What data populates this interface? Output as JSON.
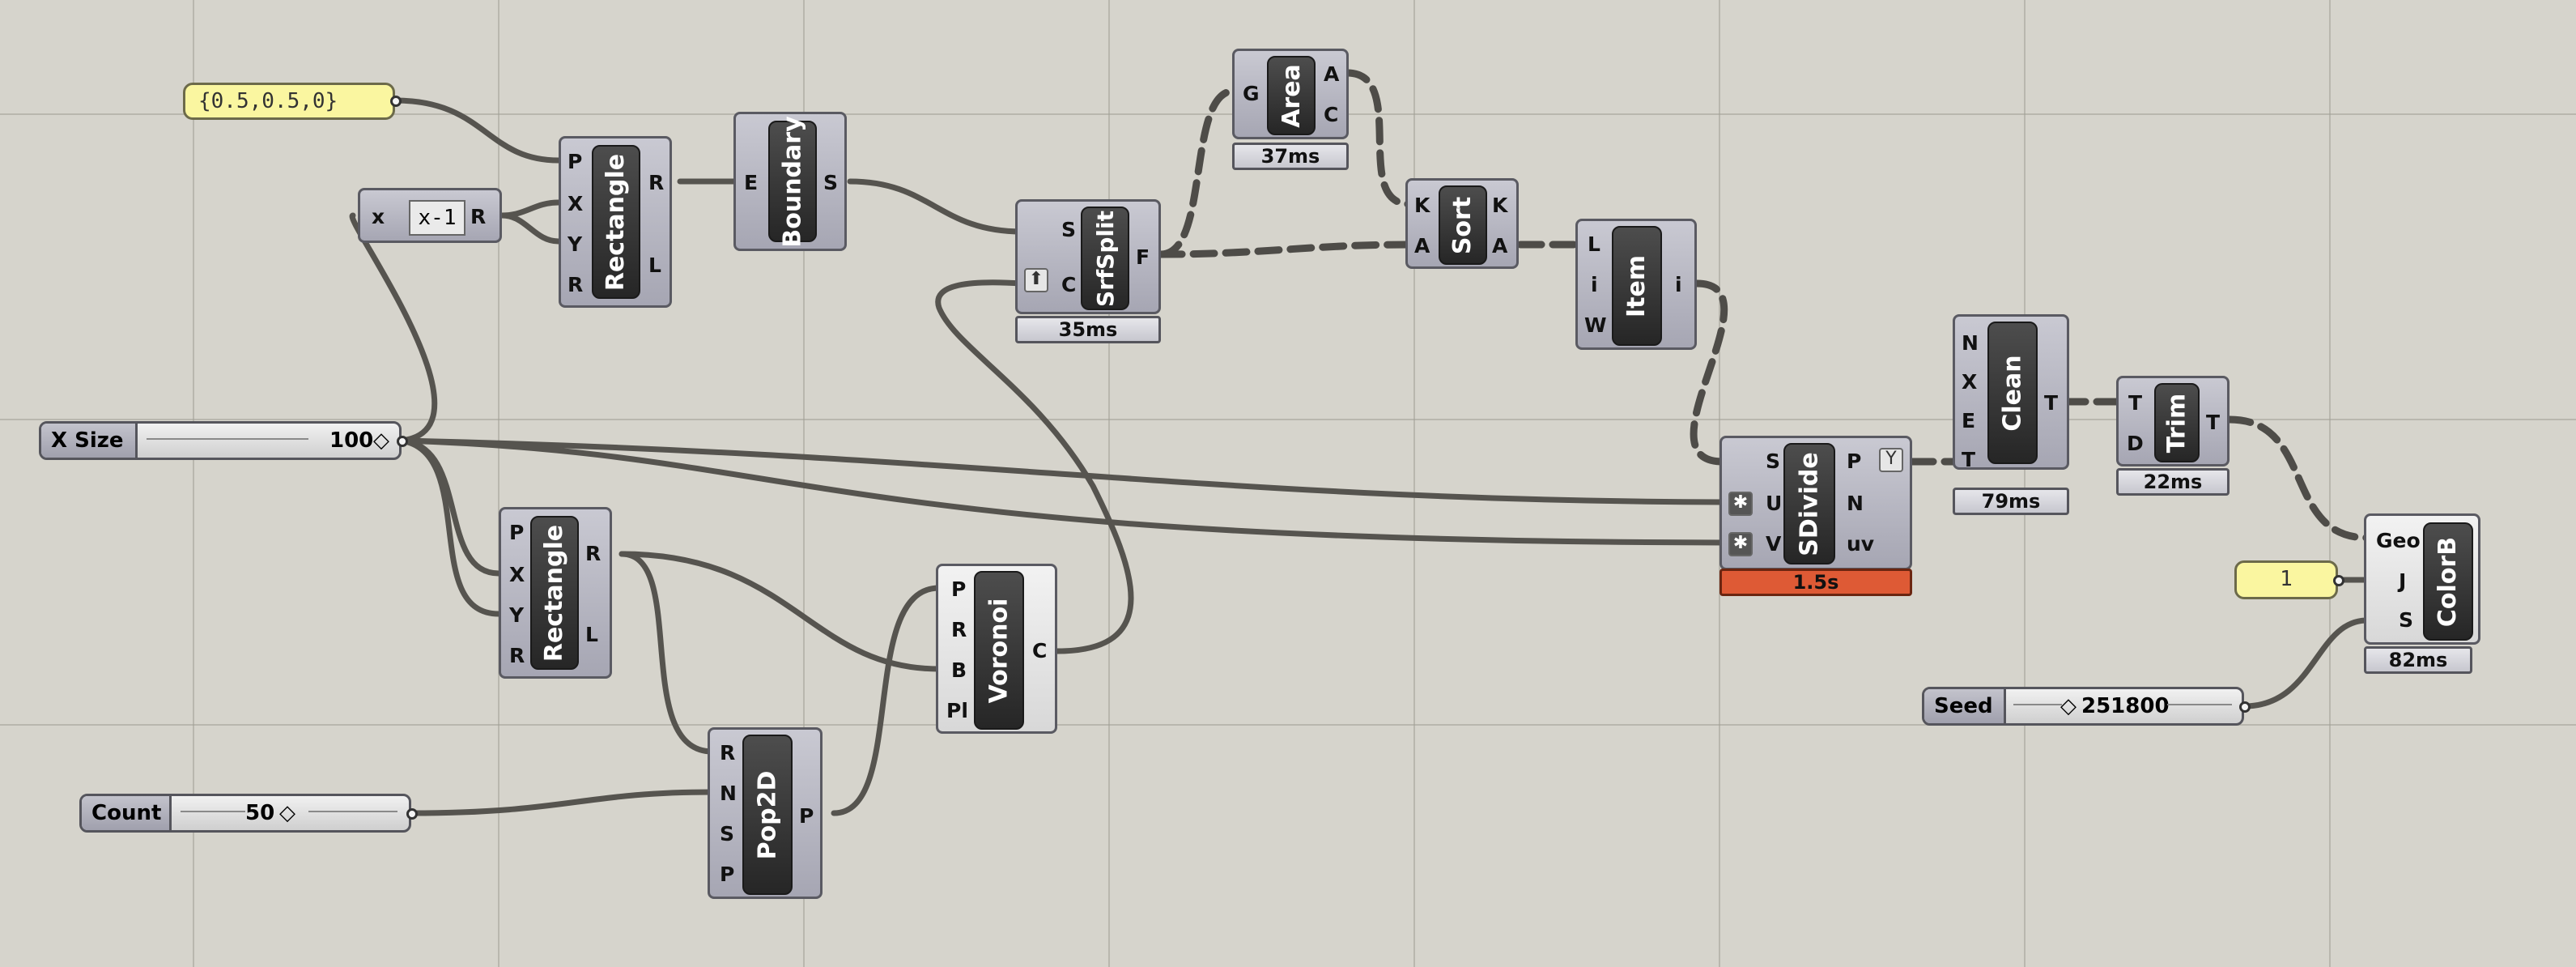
{
  "panels": {
    "point": "{0.5,0.5,0}",
    "jitter": "1"
  },
  "expression": {
    "in": "x",
    "expr": "x-1",
    "out": "R"
  },
  "rectangle1": {
    "name": "Rectangle",
    "inputs": [
      "P",
      "X",
      "Y",
      "R"
    ],
    "outputs": [
      "R",
      "L"
    ]
  },
  "rectangle2": {
    "name": "Rectangle",
    "inputs": [
      "P",
      "X",
      "Y",
      "R"
    ],
    "outputs": [
      "R",
      "L"
    ]
  },
  "boundary": {
    "name": "Boundary",
    "inputs": [
      "E"
    ],
    "outputs": [
      "S"
    ]
  },
  "srfsplit": {
    "name": "SrfSplit",
    "inputs": [
      "S",
      "C"
    ],
    "outputs": [
      "F"
    ],
    "time": "35ms"
  },
  "area": {
    "name": "Area",
    "inputs": [
      "G"
    ],
    "outputs": [
      "A",
      "C"
    ],
    "time": "37ms"
  },
  "sort": {
    "name": "Sort",
    "inputs": [
      "K",
      "A"
    ],
    "outputs": [
      "K",
      "A"
    ]
  },
  "item": {
    "name": "Item",
    "inputs": [
      "L",
      "i",
      "W"
    ],
    "outputs": [
      "i"
    ]
  },
  "sdivide": {
    "name": "SDivide",
    "inputs": [
      "S",
      "U",
      "V"
    ],
    "outputs": [
      "P",
      "N",
      "uv"
    ],
    "time": "1.5s"
  },
  "clean": {
    "name": "Clean",
    "inputs": [
      "N",
      "X",
      "E",
      "T"
    ],
    "outputs": [
      "T"
    ],
    "time": "79ms"
  },
  "trim": {
    "name": "Trim",
    "inputs": [
      "T",
      "D"
    ],
    "outputs": [
      "T"
    ],
    "time": "22ms"
  },
  "colorb": {
    "name": "ColorB",
    "inputs": [
      "Geo",
      "J",
      "S"
    ],
    "time": "82ms"
  },
  "voronoi": {
    "name": "Voronoi",
    "inputs": [
      "P",
      "R",
      "B",
      "Pl"
    ],
    "outputs": [
      "C"
    ]
  },
  "pop2d": {
    "name": "Pop2D",
    "inputs": [
      "R",
      "N",
      "S",
      "P"
    ],
    "outputs": [
      "P"
    ]
  },
  "sliders": {
    "xsize": {
      "label": "X Size",
      "value": "100"
    },
    "count": {
      "label": "Count",
      "value": "50"
    },
    "seed": {
      "label": "Seed",
      "value": "251800"
    }
  },
  "colors": {
    "canvas": "#d6d4cc",
    "panel": "#faf6a0",
    "profiler_hot": "#de5a35"
  }
}
